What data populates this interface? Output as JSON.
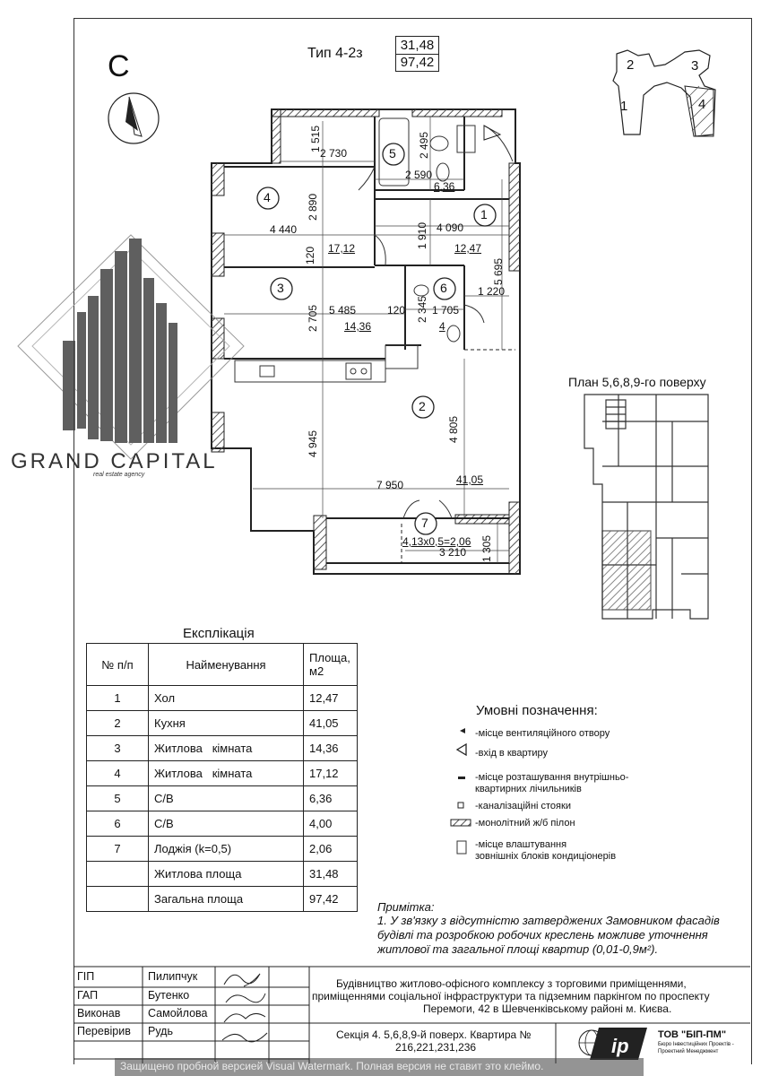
{
  "header": {
    "section_letter": "C",
    "type_label": "Тип 4-2з",
    "living_area": "31,48",
    "total_area": "97,42"
  },
  "key_plan_numbers": [
    "1",
    "2",
    "3",
    "4"
  ],
  "floor_plan_label": "План 5,6,8,9-го поверху",
  "watermark_logo": {
    "name": "GRAND CAPITAL",
    "tagline": "real estate agency"
  },
  "rooms": [
    {
      "num": "1",
      "area": "12,47"
    },
    {
      "num": "2",
      "area": "41,05"
    },
    {
      "num": "3",
      "area": "14,36"
    },
    {
      "num": "4",
      "area": "17,12"
    },
    {
      "num": "5",
      "area": "6,36"
    },
    {
      "num": "6",
      "area": "4"
    },
    {
      "num": "7",
      "area": "4,13x0,5=2,06"
    }
  ],
  "dimensions": [
    "1 515",
    "2 730",
    "2 495",
    "2 590",
    "2 890",
    "4 440",
    "4 090",
    "1 910",
    "5 695",
    "120",
    "5 485",
    "120",
    "1 705",
    "1 220",
    "2 705",
    "2 345",
    "4 945",
    "4 805",
    "7 950",
    "3 210",
    "1 305"
  ],
  "explication": {
    "title": "Експлікація",
    "headers": [
      "№ п/п",
      "Найменування",
      "Площа, м2"
    ],
    "rows": [
      [
        "1",
        "Хол",
        "12,47"
      ],
      [
        "2",
        "Кухня",
        "41,05"
      ],
      [
        "3",
        "Житлова   кімната",
        "14,36"
      ],
      [
        "4",
        "Житлова   кімната",
        "17,12"
      ],
      [
        "5",
        "С/В",
        "6,36"
      ],
      [
        "6",
        "С/В",
        "4,00"
      ],
      [
        "7",
        "Лоджія (k=0,5)",
        "2,06"
      ],
      [
        "",
        "Житлова площа",
        "31,48"
      ],
      [
        "",
        "Загальна площа",
        "97,42"
      ]
    ]
  },
  "legend": {
    "title": "Умовні позначення:",
    "items": [
      "-місце вентиляційного отвору",
      "-вхід в квартиру",
      "-місце розташування внутрішньо-",
      "квартирних лічильників",
      "-каналізаційні стояки",
      "-монолітний ж/б пілон",
      "-місце влаштування",
      "зовнішніх блоків кондиціонерів"
    ]
  },
  "note": {
    "title": "Примітка:",
    "lines": [
      "1. У зв'язку з відсутністю затверджених Замовником фасадів",
      "будівлі та розробкою робочих креслень можливе уточнення",
      "житлової та загальної площі квартир (0,01-0,9м²)."
    ]
  },
  "title_block": {
    "roles": [
      "ГІП",
      "ГАП",
      "Виконав",
      "Перевірив"
    ],
    "names": [
      "Пилипчук",
      "Бутенко",
      "Самойлова",
      "Рудь"
    ],
    "project_lines": [
      "Будівництво житлово-офісного комплексу з торговими приміщеннями,",
      "приміщеннями соціальної інфраструктури та підземним паркінгом по проспекту",
      "Перемоги, 42 в Шевченківському районі м. Києва."
    ],
    "section_line1": "Секція 4. 5,6,8,9-й поверх. Квартира №",
    "section_line2": "216,221,231,236",
    "company": "ТОВ \"БІП-ПМ\"",
    "company_sub1": "Бюро Інвестиційних Проектів -",
    "company_sub2": "Проектний Менеджмент"
  },
  "footer_watermark": "Защищено пробной версией Visual Watermark. Полная версия не ставит это клеймо."
}
